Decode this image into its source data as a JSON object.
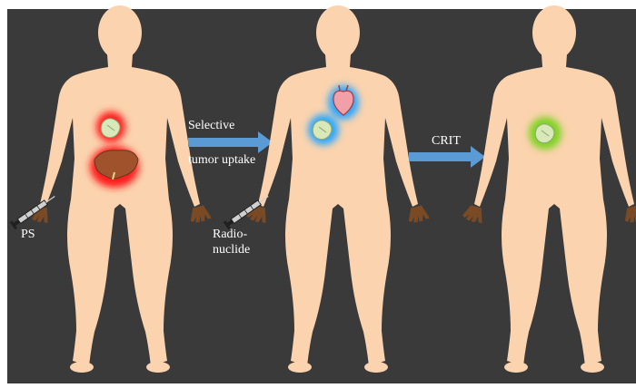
{
  "labels": {
    "ps": "PS",
    "selective": "Selective",
    "tumor_uptake": "tumor uptake",
    "radio_line1": "Radio-",
    "radio_line2": "nuclide",
    "crit": "CRIT"
  },
  "colors": {
    "background": "#3a3a3a",
    "skin": "#fbd3ae",
    "hand": "#7a4a24",
    "arrow": "#5b9bd5",
    "label_text": "#ffffff",
    "glow_red": "#ff1a1a",
    "glow_blue": "#2aa8ff",
    "glow_green": "#7ed321",
    "liver": "#a0522d",
    "heart": "#f2a0a8",
    "tumor": "#d9e8b8"
  },
  "icons": [
    "syringe-icon",
    "liver-icon",
    "heart-icon",
    "tumor-icon",
    "arrow-right-icon"
  ]
}
